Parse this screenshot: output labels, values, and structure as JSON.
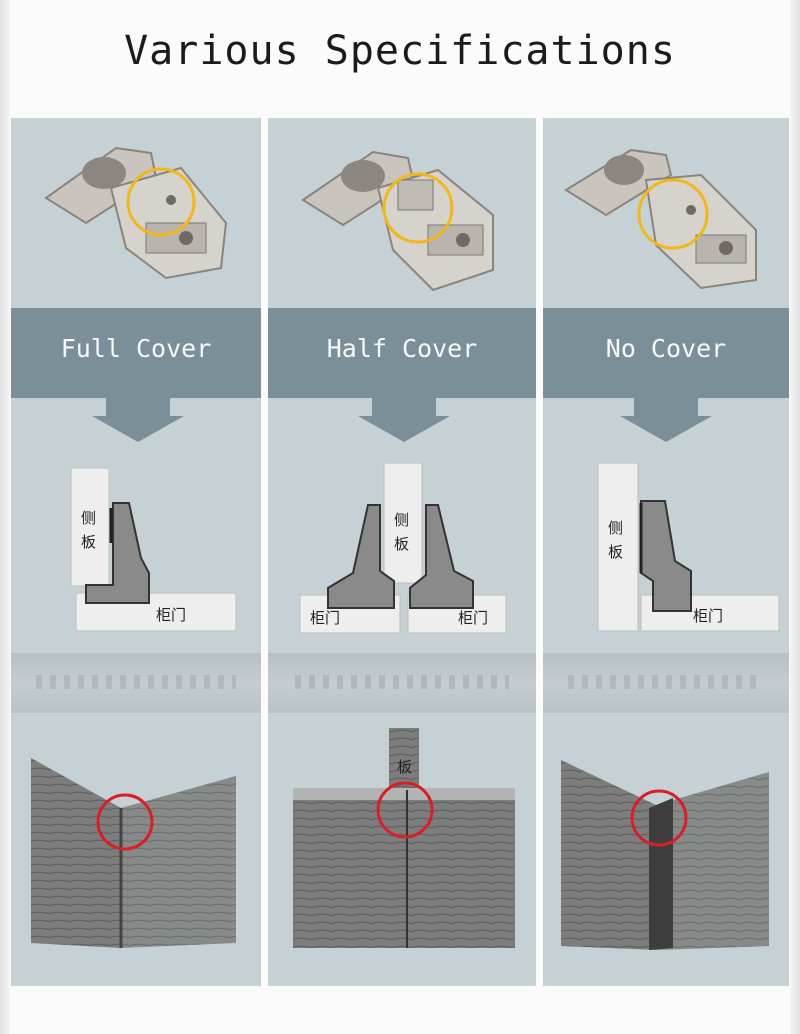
{
  "title": "Various Specifications",
  "columns": [
    {
      "label": "Full Cover"
    },
    {
      "label": "Half Cover"
    },
    {
      "label": "No Cover"
    }
  ],
  "diagram_labels": {
    "side_panel": "侧板",
    "door": "柜门",
    "panel_fragment": "板"
  },
  "colors": {
    "panel_bg": "#c6d1d5",
    "banner": "#7b8f99",
    "highlight_ring_hinge": "#f2b71a",
    "highlight_ring_wood": "#d81f26"
  }
}
